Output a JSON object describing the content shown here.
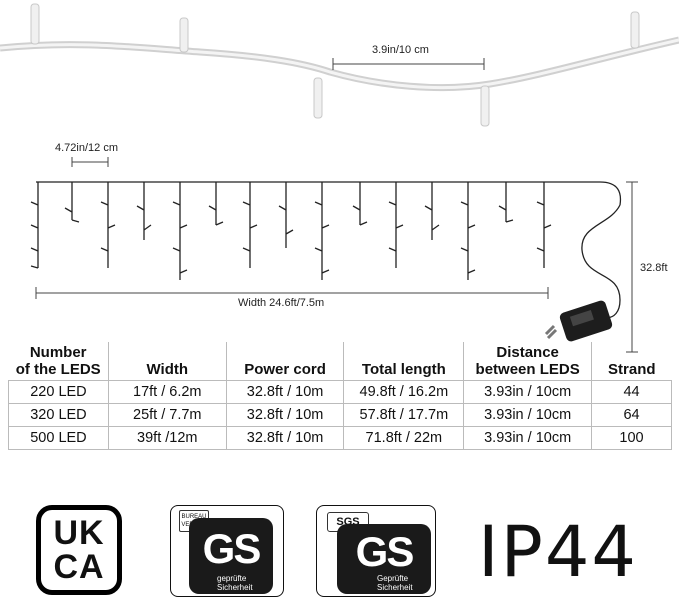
{
  "dimensions": {
    "bulb_spacing": "3.9in/10 cm",
    "drop_spacing": "4.72in/12 cm",
    "width": "Width 24.6ft/7.5m",
    "height": "32.8ft"
  },
  "table": {
    "headers": [
      [
        "Number",
        "of the LEDS"
      ],
      [
        "",
        "Width"
      ],
      [
        "",
        "Power cord"
      ],
      [
        "",
        "Total length"
      ],
      [
        "Distance",
        "between LEDS"
      ],
      [
        "",
        "Strand"
      ]
    ],
    "rows": [
      [
        "220 LED",
        "17ft / 6.2m",
        "32.8ft / 10m",
        "49.8ft / 16.2m",
        "3.93in / 10cm",
        "44"
      ],
      [
        "320 LED",
        "25ft / 7.7m",
        "32.8ft / 10m",
        "57.8ft / 17.7m",
        "3.93in / 10cm",
        "64"
      ],
      [
        "500 LED",
        "39ft /12m",
        "32.8ft / 10m",
        "71.8ft / 22m",
        "3.93in / 10cm",
        "100"
      ]
    ]
  },
  "certifications": {
    "ukca": [
      "UK",
      "CA"
    ],
    "bureau_veritas": {
      "org": [
        "BUREAU",
        "VERITAS"
      ],
      "mark": "GS",
      "caption": [
        "geprüfte",
        "Sicherheit"
      ]
    },
    "sgs": {
      "org": "SGS",
      "mark": "GS",
      "caption": [
        "Geprüfte",
        "Sicherheit"
      ]
    },
    "ip_rating": "IP44"
  }
}
